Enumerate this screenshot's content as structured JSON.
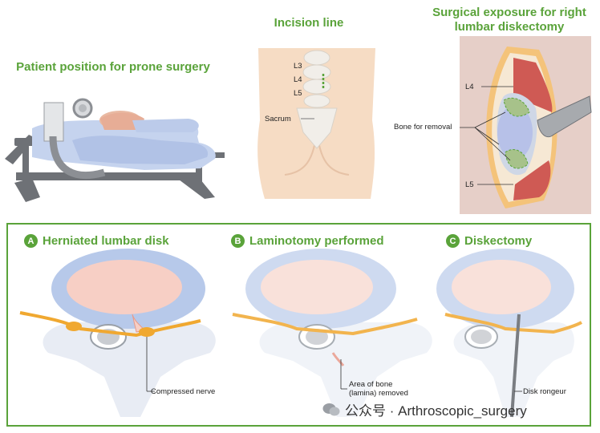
{
  "top": {
    "patient_title": "Patient position for prone surgery",
    "incision_title": "Incision line",
    "exposure_title_1": "Surgical exposure for right",
    "exposure_title_2": "lumbar diskectomy",
    "incision_labels": {
      "l3": "L3",
      "l4": "L4",
      "l5": "L5",
      "sacrum": "Sacrum"
    },
    "exposure_labels": {
      "l4": "L4",
      "bone": "Bone for removal",
      "l5": "L5"
    }
  },
  "panels": [
    {
      "letter": "A",
      "title": "Herniated lumbar disk",
      "label": "Compressed nerve"
    },
    {
      "letter": "B",
      "title": "Laminotomy performed",
      "label_1": "Area of bone",
      "label_2": "(lamina) removed"
    },
    {
      "letter": "C",
      "title": "Diskectomy",
      "label": "Disk rongeur"
    }
  ],
  "watermark": "公众号 · Arthroscopic_surgery",
  "colors": {
    "accent": "#5aa33a",
    "disk": "#b7c9ea",
    "nucleus": "#f7cfc5",
    "nerve": "#f0a830",
    "bone": "#e8ecf4",
    "skin": "#f6dcc4"
  }
}
